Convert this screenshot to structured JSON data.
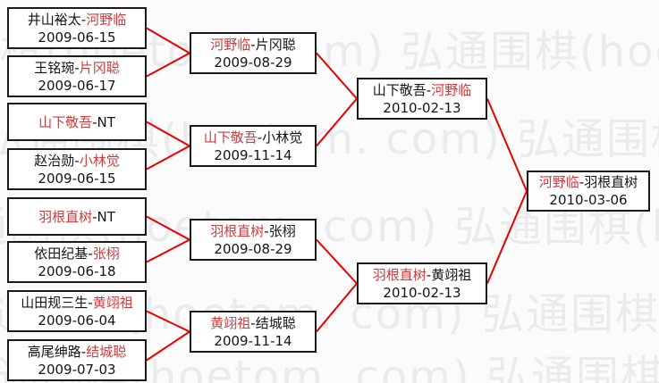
{
  "colors": {
    "pagebg": "#fbfbfb",
    "boxbg": "#ffffff",
    "border": "#1a1a1a",
    "ink": "#141414",
    "winner": "#d03a3a",
    "line": "#e80000",
    "wm": "#e9ebed"
  },
  "watermark": {
    "text": "弘通围棋(hoetom. com)",
    "row": "弘通围棋(hoetom. com) 弘通围棋(hoetom. com) 弘通围棋(hoetom. com)"
  },
  "bracket": {
    "round1": [
      {
        "p1": "井山裕太-",
        "p1c": "blk",
        "p2": "河野临",
        "p2c": "red",
        "date": "2009-06-15"
      },
      {
        "p1": "王铭琬-",
        "p1c": "blk",
        "p2": "片冈聪",
        "p2c": "red",
        "date": "2009-06-17"
      },
      {
        "p1": "山下敬吾",
        "p1c": "red",
        "p2": "-NT",
        "p2c": "blk"
      },
      {
        "p1": "赵治勋-",
        "p1c": "blk",
        "p2": "小林觉",
        "p2c": "red",
        "date": "2009-06-15"
      },
      {
        "p1": "羽根直树",
        "p1c": "red",
        "p2": "-NT",
        "p2c": "blk"
      },
      {
        "p1": "依田纪基-",
        "p1c": "blk",
        "p2": "张栩",
        "p2c": "red",
        "date": "2009-06-18"
      },
      {
        "p1": "山田规三生-",
        "p1c": "blk",
        "p2": "黄翊祖",
        "p2c": "red",
        "date": "2009-06-04"
      },
      {
        "p1": "高尾绅路-",
        "p1c": "blk",
        "p2": "结城聪",
        "p2c": "red",
        "date": "2009-07-03"
      }
    ],
    "round2": [
      {
        "p1": "河野临",
        "p1c": "red",
        "p2": "-片冈聪",
        "p2c": "blk",
        "date": "2009-08-29"
      },
      {
        "p1": "山下敬吾",
        "p1c": "red",
        "p2": "-小林觉",
        "p2c": "blk",
        "date": "2009-11-14"
      },
      {
        "p1": "羽根直树",
        "p1c": "red",
        "p2": "-张栩",
        "p2c": "blk",
        "date": "2009-08-29"
      },
      {
        "p1": "黄翊祖",
        "p1c": "red",
        "p2": "-结城聪",
        "p2c": "blk",
        "date": "2009-11-14"
      }
    ],
    "semifinals": [
      {
        "p1": "山下敬吾-",
        "p1c": "blk",
        "p2": "河野临",
        "p2c": "red",
        "date": "2010-02-13"
      },
      {
        "p1": "羽根直树",
        "p1c": "red",
        "p2": "-黄翊祖",
        "p2c": "blk",
        "date": "2010-02-13"
      }
    ],
    "final": [
      {
        "p1": "河野临",
        "p1c": "red",
        "p2": "-羽根直树",
        "p2c": "blk",
        "date": "2010-03-06"
      }
    ]
  }
}
